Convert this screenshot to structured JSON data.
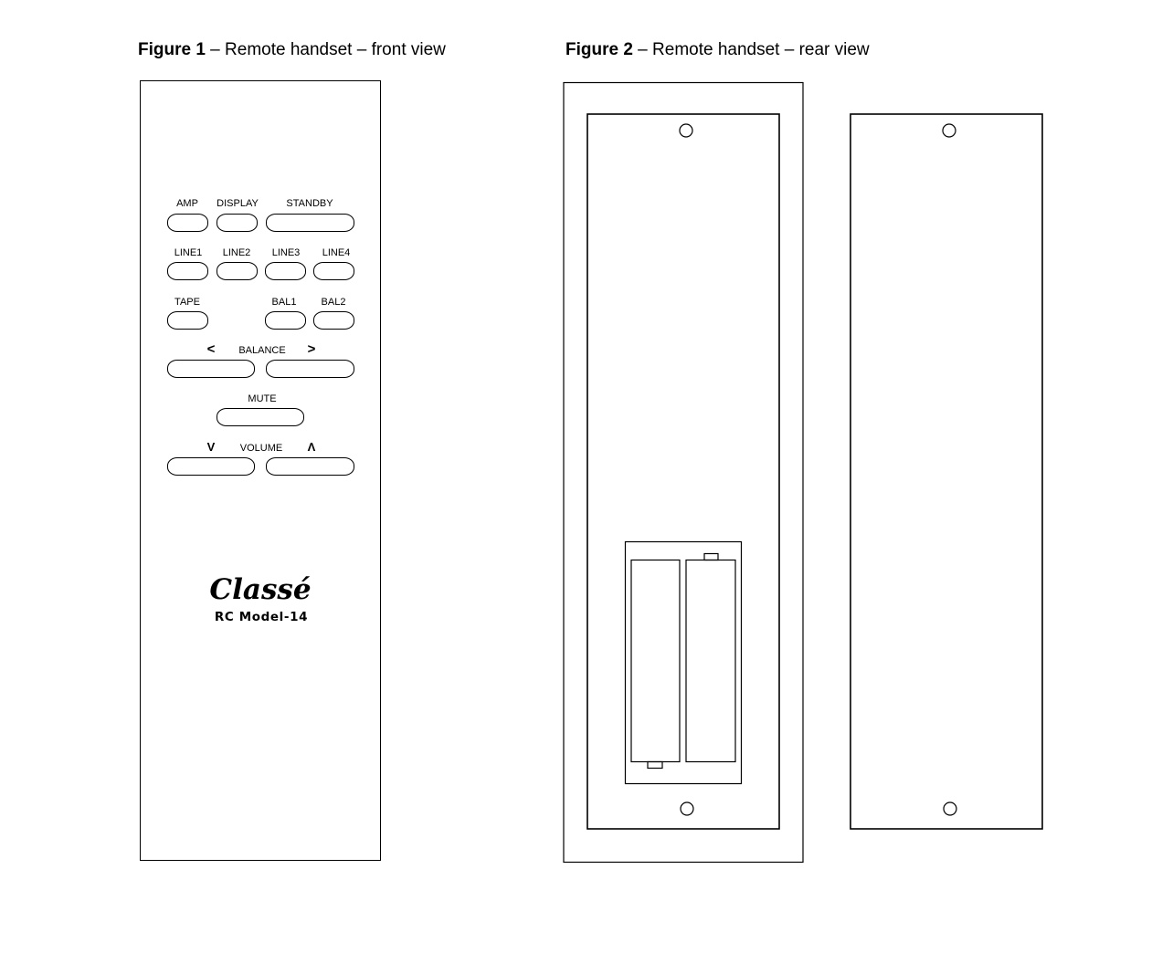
{
  "figure1": {
    "label": "Figure 1",
    "caption": " – Remote handset – front view"
  },
  "figure2": {
    "label": "Figure 2",
    "caption": " – Remote handset – rear view"
  },
  "front": {
    "brand": "Classé",
    "model": "RC Model-14",
    "buttons": {
      "amp": "AMP",
      "display": "DISPLAY",
      "standby": "STANDBY",
      "line1": "LINE1",
      "line2": "LINE2",
      "line3": "LINE3",
      "line4": "LINE4",
      "tape": "TAPE",
      "bal1": "BAL1",
      "bal2": "BAL2",
      "balance": "BALANCE",
      "balance_left": "<",
      "balance_right": ">",
      "mute": "MUTE",
      "volume": "VOLUME",
      "volume_down": "V",
      "volume_up": "Λ"
    }
  }
}
